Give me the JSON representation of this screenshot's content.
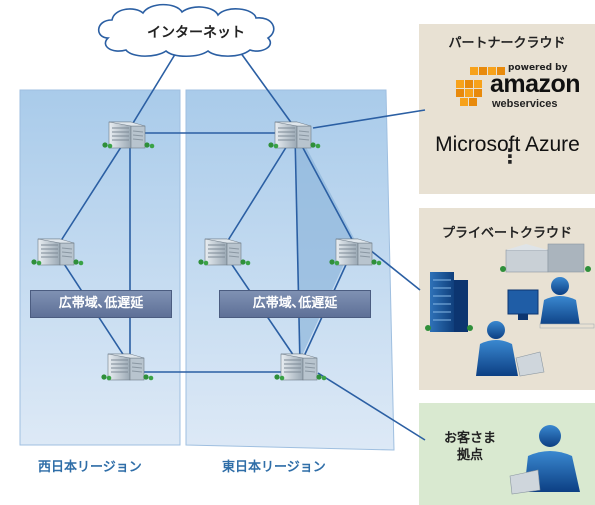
{
  "internet": {
    "label": "インターネット"
  },
  "regions": [
    {
      "name": "西日本リージョン",
      "band": "広帯域､低遅延"
    },
    {
      "name": "東日本リージョン",
      "band": "広帯域､低遅延"
    }
  ],
  "partner_cloud": {
    "title": "パートナークラウド",
    "aws_powered": "powered by",
    "aws_name": "amazon",
    "aws_sub": "webservices",
    "azure": "Microsoft Azure",
    "more": "⋮"
  },
  "private_cloud": {
    "title": "プライベートクラウド"
  },
  "customer_site": {
    "line1": "お客さま",
    "line2": "拠点"
  },
  "colors": {
    "line": "#2b5fa3",
    "region_fill": "#bcd6ee",
    "partner_panel": "#e6dfd1",
    "private_panel": "#e6dfd1",
    "customer_panel": "#d7e8cf",
    "band": "#6b7ea6",
    "label_blue": "#2f6ea8"
  },
  "icons": [
    "cloud-icon",
    "datacenter-building-icon",
    "aws-cubes-icon",
    "office-building-icon",
    "person-at-computer-icon"
  ]
}
